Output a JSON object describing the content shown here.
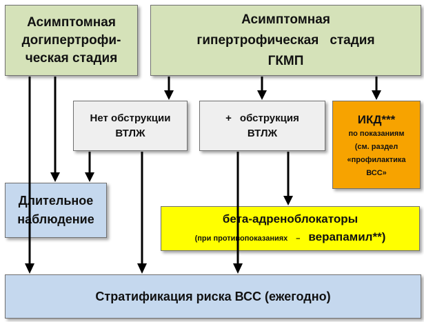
{
  "diagram": {
    "asymptomatic_prehypertrophic": {
      "line1": "Асимптомная",
      "line2": "догипертрофи-",
      "line3": "ческая стадия"
    },
    "asymptomatic_hypertrophic": {
      "line1": "Асимптомная",
      "line2_a": "гипертрофическая",
      "line2_b": "стадия",
      "line3": "ГКМП"
    },
    "no_obstruction": {
      "line1": "Нет обструкции",
      "line2": "ВТЛЖ"
    },
    "obstruction": {
      "plus": "+",
      "line1": "обструкция",
      "line2": "ВТЛЖ"
    },
    "icd": {
      "title": "ИКД***",
      "line1": "по показаниям",
      "line2": "(см. раздел",
      "line3": "«профилактика",
      "line4": "ВСС»"
    },
    "long_term_observation": {
      "line1": "Длительное",
      "line2": "наблюдение"
    },
    "beta_blockers": {
      "line1": "бета-адреноблокаторы",
      "line2_small": "(при противопоказаниях",
      "line2_dash": "–",
      "line2_big": "верапамил**)"
    },
    "risk_stratification": {
      "label": "Стратификация риска ВСС (ежегодно)"
    }
  },
  "colors": {
    "green_box": "#d5e2b9",
    "grey_box": "#efefef",
    "blue_box": "#c5d8ee",
    "yellow_box": "#ffff00",
    "orange_box": "#f7a300",
    "arrow": "#000000"
  }
}
